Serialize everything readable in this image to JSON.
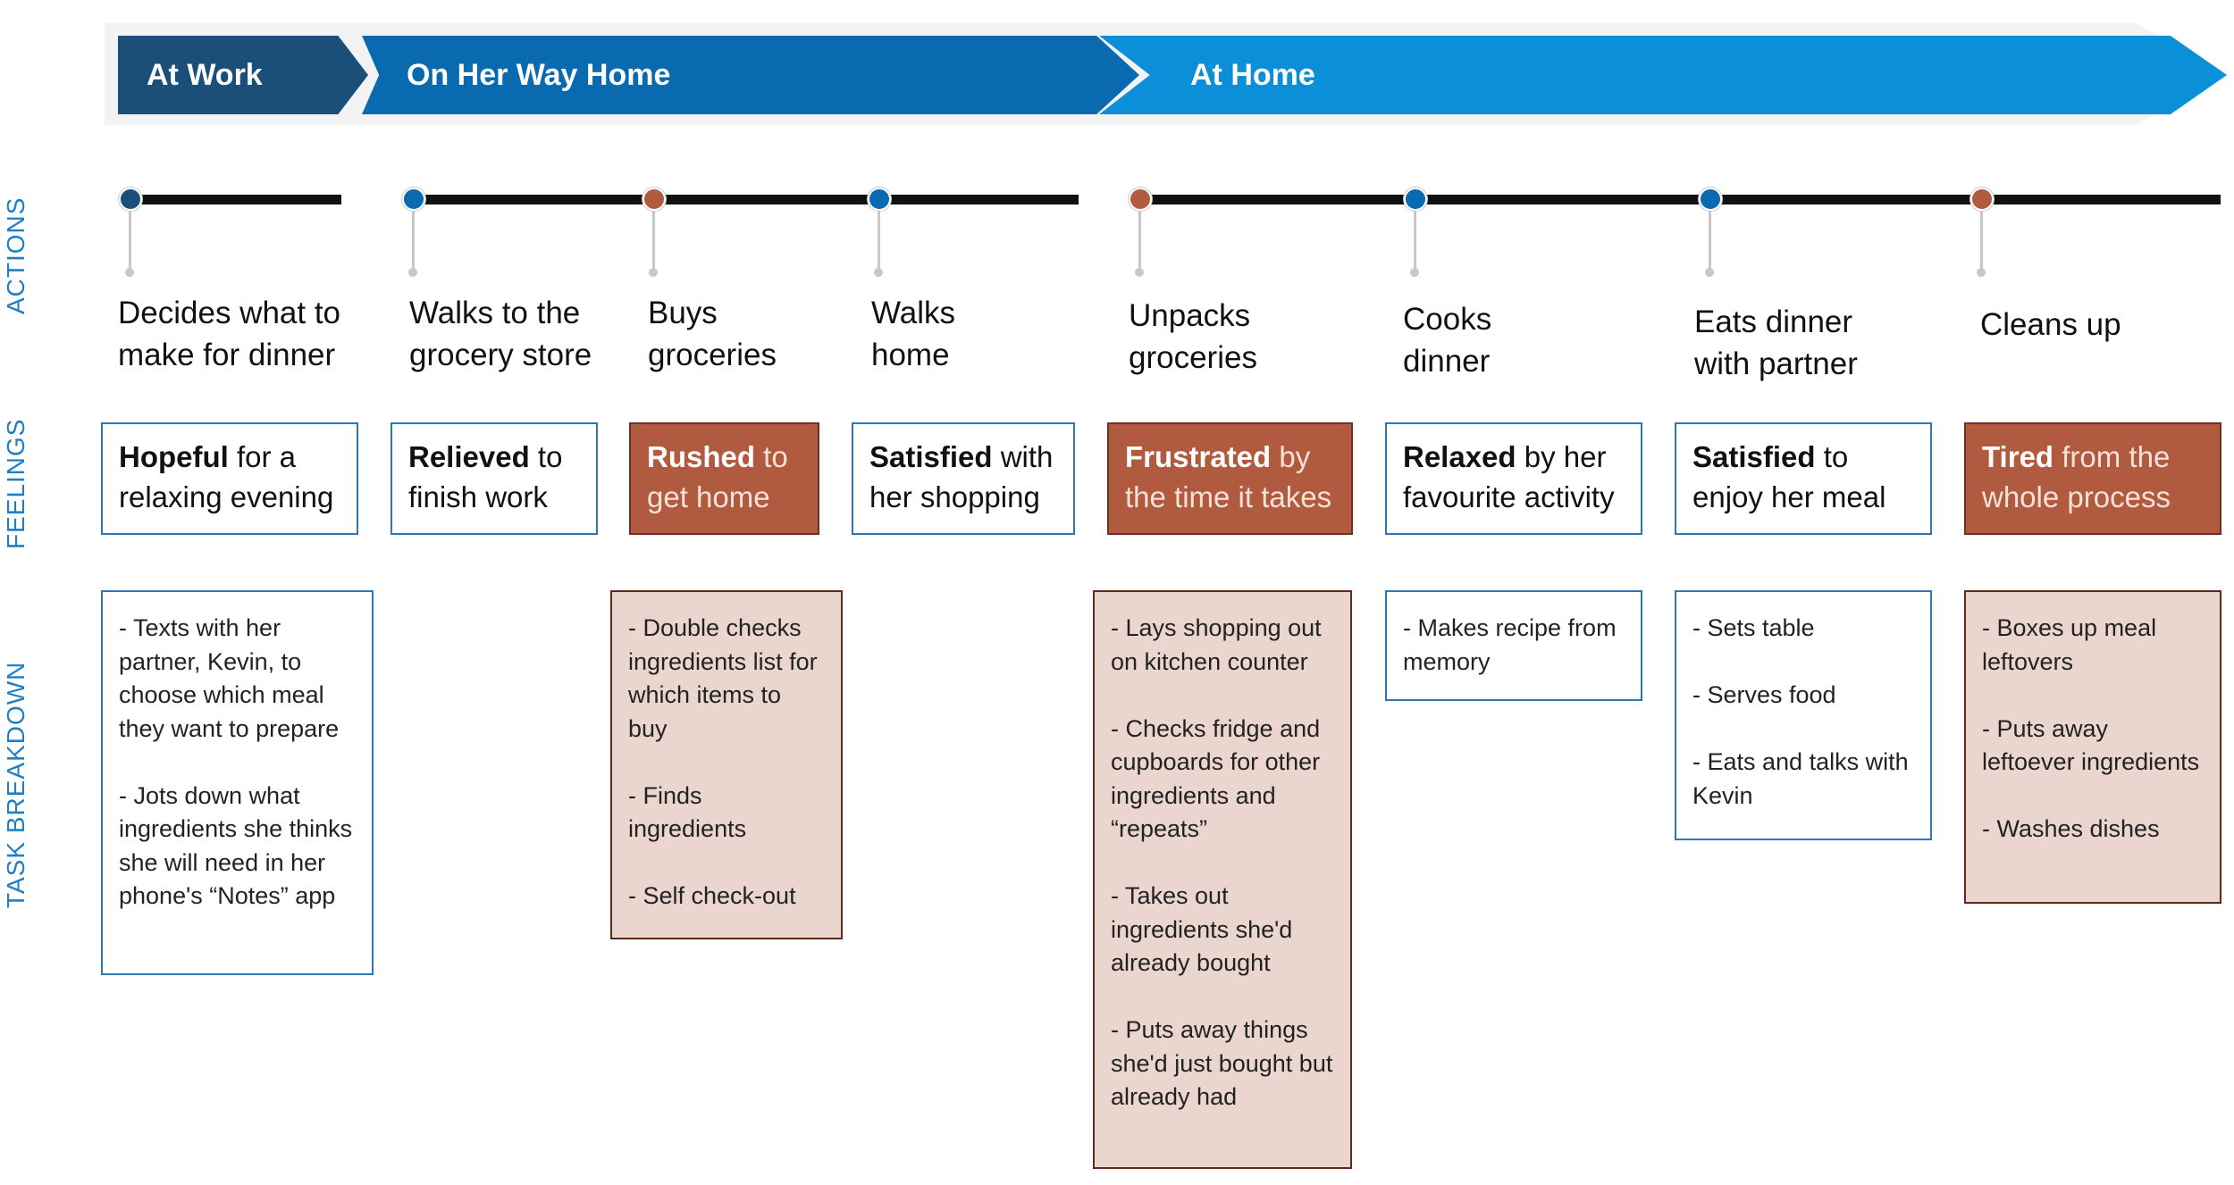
{
  "phases": [
    "At Work",
    "On Her Way Home",
    "At Home"
  ],
  "row_labels": {
    "actions": "ACTIONS",
    "feelings": "FEELINGS",
    "tasks": "TASK BREAKDOWN"
  },
  "actions": [
    {
      "line1": "Decides what to",
      "line2": "make for dinner"
    },
    {
      "line1": "Walks to the",
      "line2": "grocery store"
    },
    {
      "line1": "Buys",
      "line2": "groceries"
    },
    {
      "line1": "Walks",
      "line2": "home"
    },
    {
      "line1": "Unpacks",
      "line2": "groceries"
    },
    {
      "line1": "Cooks",
      "line2": "dinner"
    },
    {
      "line1": "Eats dinner",
      "line2": "with partner"
    },
    {
      "line1": "Cleans up",
      "line2": ""
    }
  ],
  "feelings": [
    {
      "emotion": "Hopeful",
      "rest1": " for a",
      "rest2": "relaxing evening",
      "tone": "calm"
    },
    {
      "emotion": "Relieved",
      "rest1": " to",
      "rest2": "finish work",
      "tone": "calm"
    },
    {
      "emotion": "Rushed",
      "rest1": " to",
      "rest2": "get home",
      "tone": "stress"
    },
    {
      "emotion": "Satisfied",
      "rest1": " with",
      "rest2": "her shopping",
      "tone": "calm"
    },
    {
      "emotion": "Frustrated",
      "rest1": " by",
      "rest2": "the time it takes",
      "tone": "stress"
    },
    {
      "emotion": "Relaxed",
      "rest1": " by her",
      "rest2": "favourite activity",
      "tone": "calm"
    },
    {
      "emotion": "Satisfied",
      "rest1": " to",
      "rest2": "enjoy her meal",
      "tone": "calm"
    },
    {
      "emotion": "Tired",
      "rest1": " from the",
      "rest2": "whole process",
      "tone": "stress"
    }
  ],
  "tasks": {
    "t1": [
      "- Texts with her partner, Kevin, to choose which meal they want to prepare",
      "- Jots down what ingredients she thinks she will need in her phone's “Notes” app"
    ],
    "t2": [
      "- Double checks ingredients list for which items to buy",
      "- Finds ingredients",
      "- Self check-out"
    ],
    "t3": [
      "- Lays shopping out on kitchen counter",
      "- Checks fridge and cupboards for other ingredients and “repeats”",
      "- Takes out ingredients she'd already bought",
      "- Puts away things she'd just bought but already had"
    ],
    "t4": [
      "- Makes recipe from memory"
    ],
    "t5": [
      "- Sets table",
      "- Serves food",
      "- Eats and talks with Kevin"
    ],
    "t6": [
      "- Boxes up meal leftovers",
      "- Puts away leftoever ingredients",
      "- Washes dishes"
    ]
  }
}
